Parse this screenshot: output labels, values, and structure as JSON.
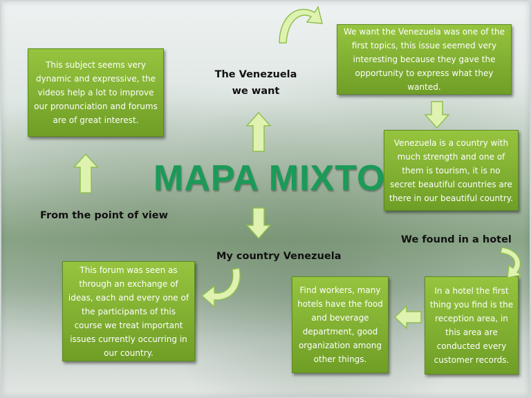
{
  "title": "MAPA MIXTO",
  "labels": {
    "want": "The Venezuela we want",
    "point": "From the point of view",
    "country": "My country Venezuela",
    "hotel": "We found in a hotel"
  },
  "boxes": {
    "subject": "This subject seems very dynamic and expressive, the videos help a lot to improve our pronunciation and forums are of great interest.",
    "we_want": "We want the Venezuela was one of the first topics, this issue seemed very interesting because they gave the opportunity to express what they wanted.",
    "tourism": "Venezuela is a country with much strength and one of them is tourism, it is no secret beautiful countries are there in our beautiful country.",
    "forum": "This forum was seen as through an exchange of ideas, each and every one of the participants of this course we treat important issues currently occurring in our country.",
    "workers": "Find workers, many hotels have the food and beverage department, good organization among other things.",
    "reception": "In a hotel the first thing you find is the reception area, in this area are conducted every customer records."
  },
  "colors": {
    "box": "#7fae2e",
    "title": "#1b9a58",
    "arrow": "#d9f0a8"
  }
}
